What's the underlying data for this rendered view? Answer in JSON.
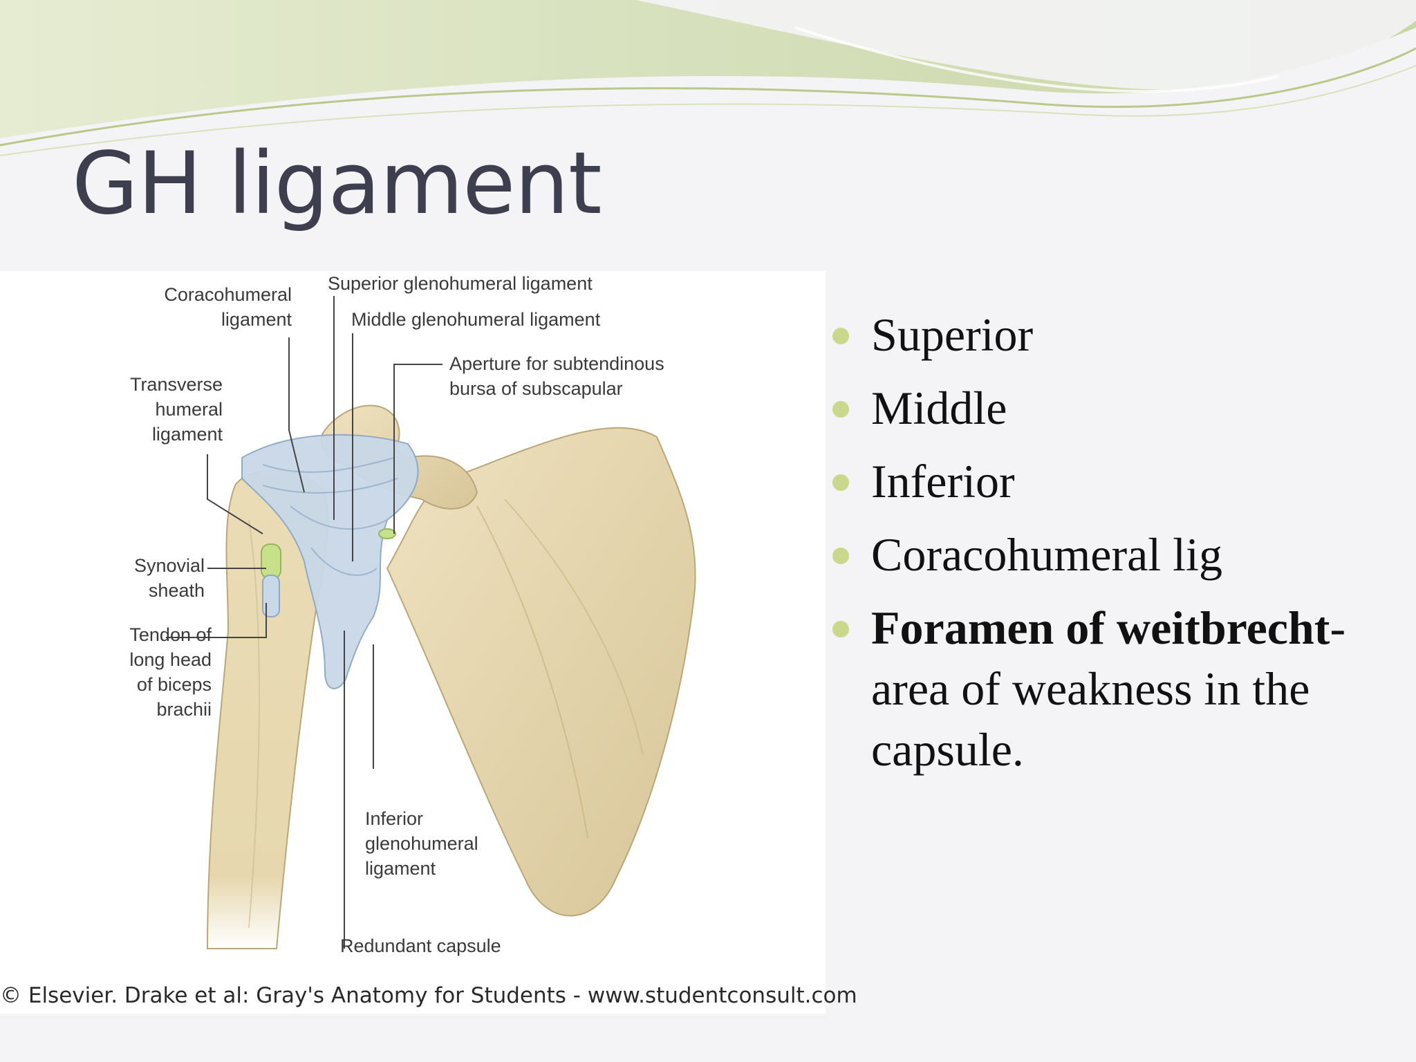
{
  "slide": {
    "title": "GH ligament",
    "accent_color": "#c8d98c",
    "bullets": [
      {
        "text": "Superior"
      },
      {
        "text": "Middle"
      },
      {
        "text": "Inferior"
      },
      {
        "text": "Coracohumeral lig"
      },
      {
        "bold_text": "Foramen of weitbrecht",
        "text": "- area of weakness in the capsule."
      }
    ]
  },
  "figure": {
    "labels": {
      "coracohumeral": "Coracohumeral\nligament",
      "superior_gh": "Superior glenohumeral ligament",
      "middle_gh": "Middle glenohumeral ligament",
      "aperture": "Aperture for subtendinous\nbursa of subscapular",
      "transverse": "Transverse\nhumeral\nligament",
      "synovial": "Synovial\nsheath",
      "tendon": "Tendon of\nlong head\nof biceps\nbrachii",
      "inferior_gh": "Inferior\nglenohumeral\nligament",
      "redundant": "Redundant capsule"
    },
    "credit": "© Elsevier. Drake et al: Gray's Anatomy for Students - www.studentconsult.com"
  }
}
